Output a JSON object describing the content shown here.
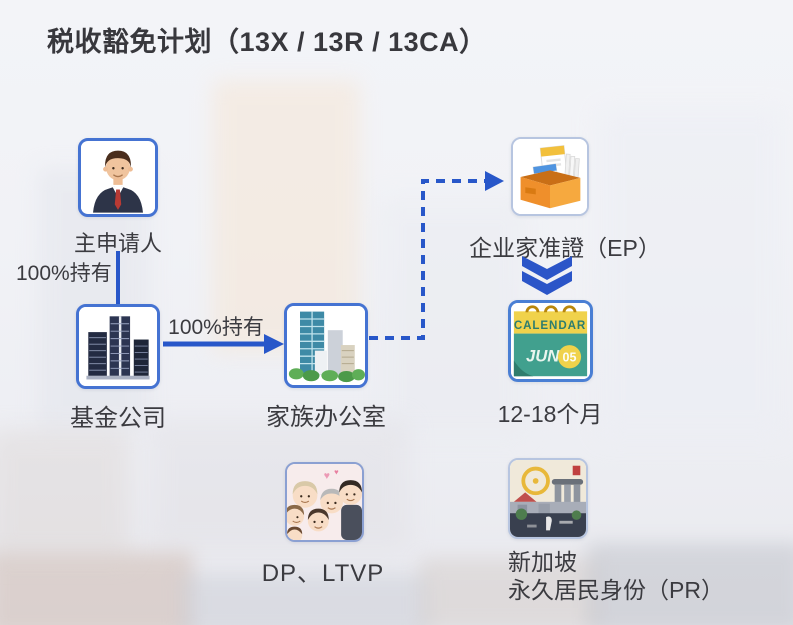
{
  "title": "税收豁免计划（13X / 13R / 13CA）",
  "diagram": {
    "applicant": {
      "label": "主申请人"
    },
    "fund_company": {
      "label": "基金公司"
    },
    "family_office": {
      "label": "家族办公室"
    },
    "ep": {
      "label": "企业家准證（EP）"
    },
    "timeline": {
      "label": "12-18个月",
      "calendar_header": "CALENDAR",
      "calendar_month": "JUN",
      "calendar_day": "05"
    },
    "dependents": {
      "label": "DP、LTVP"
    },
    "pr": {
      "label_line1": "新加坡",
      "label_line2": "永久居民身份（PR）"
    },
    "edges": {
      "applicant_to_fund": "100%持有",
      "fund_to_family_office": "100%持有"
    }
  },
  "icons": {
    "applicant": "businessman-icon",
    "fund_company": "skyscraper-buildings-icon",
    "family_office": "office-building-icon",
    "ep": "document-filebox-icon",
    "timeline": "calendar-icon",
    "dependents": "family-icon",
    "pr": "singapore-cityscape-icon",
    "flow": "double-chevron-down-icon"
  },
  "colors": {
    "accent_blue": "#2857c9",
    "box_border_blue": "#4573d2",
    "title_text": "#38383d",
    "label_text": "#3b3b40",
    "ep_orange": "#ef8f2b",
    "calendar_yellow": "#f0d24b",
    "calendar_teal": "#41a08e",
    "heart_pink": "#ec9ab5"
  }
}
